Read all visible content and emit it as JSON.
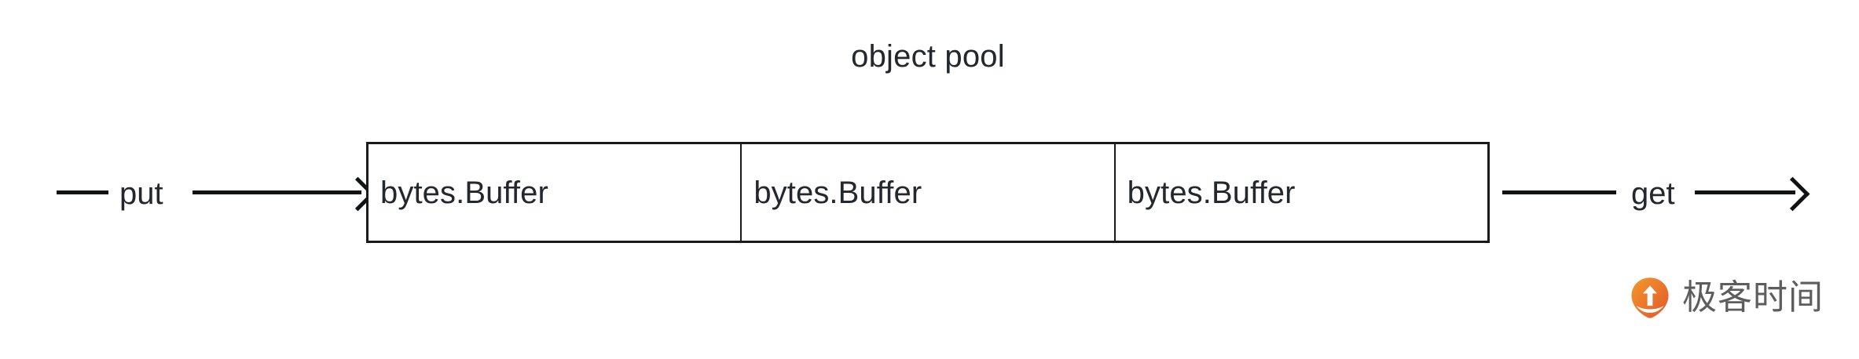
{
  "diagram": {
    "title": "object pool",
    "pool": {
      "cells": [
        {
          "label": "bytes.Buffer"
        },
        {
          "label": "bytes.Buffer"
        },
        {
          "label": "bytes.Buffer"
        }
      ]
    },
    "flows": {
      "input": {
        "label": "put",
        "direction": "right",
        "target": "object pool"
      },
      "output": {
        "label": "get",
        "direction": "right",
        "source": "object pool"
      }
    },
    "colors": {
      "stroke": "#111215",
      "text": "#23272e",
      "background": "#ffffff",
      "watermark_text": "#5d5d5d",
      "watermark_mark_light": "#f0912c",
      "watermark_mark_dark": "#e2562a"
    }
  },
  "watermark": {
    "text": "极客时间",
    "logo_icon": "geektime-pin-icon"
  }
}
